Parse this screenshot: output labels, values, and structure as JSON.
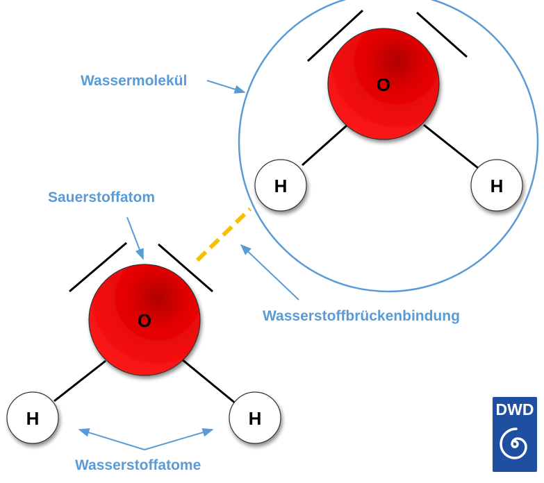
{
  "colors": {
    "oxygen_fill": "#e00000",
    "hydrogen_fill": "#ffffff",
    "annotation_blue": "#5b9bd5",
    "hydrogen_bond": "#f5c100",
    "logo_blue": "#1f4fa0"
  },
  "molecule_top": {
    "oxygen_label": "O",
    "hydrogen_left_label": "H",
    "hydrogen_right_label": "H"
  },
  "molecule_bottom": {
    "oxygen_label": "O",
    "hydrogen_left_label": "H",
    "hydrogen_right_label": "H"
  },
  "labels": {
    "water_molecule": "Wassermolekül",
    "oxygen_atom": "Sauerstoffatom",
    "hydrogen_bond": "Wasserstoffbrückenbindung",
    "hydrogen_atoms": "Wasserstoffatome"
  },
  "logo": {
    "text": "DWD",
    "icon": "swirl-icon"
  }
}
